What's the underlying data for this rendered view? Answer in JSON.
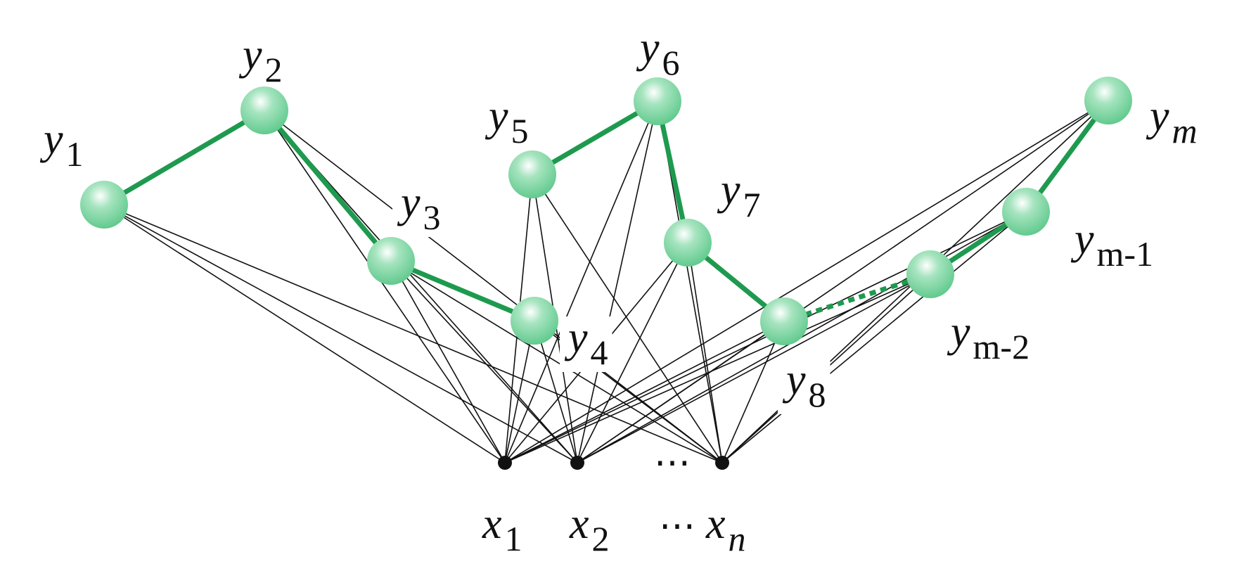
{
  "colors": {
    "chain": "#1e9a4f",
    "edge": "#111111",
    "node_light": "#ffffff",
    "node_mid": "#a6e4bf",
    "node_dark": "#5fc98c",
    "x_dot": "#111111"
  },
  "y_nodes": [
    {
      "id": "y1",
      "var": "y",
      "sub": "1"
    },
    {
      "id": "y2",
      "var": "y",
      "sub": "2"
    },
    {
      "id": "y3",
      "var": "y",
      "sub": "3"
    },
    {
      "id": "y4",
      "var": "y",
      "sub": "4"
    },
    {
      "id": "y5",
      "var": "y",
      "sub": "5"
    },
    {
      "id": "y6",
      "var": "y",
      "sub": "6"
    },
    {
      "id": "y7",
      "var": "y",
      "sub": "7"
    },
    {
      "id": "y8",
      "var": "y",
      "sub": "8"
    },
    {
      "id": "ym2",
      "var": "y",
      "sub": "m-2"
    },
    {
      "id": "ym1",
      "var": "y",
      "sub": "m-1"
    },
    {
      "id": "ym",
      "var": "y",
      "sub": "m"
    }
  ],
  "x_nodes": [
    {
      "id": "x1",
      "var": "x",
      "sub": "1"
    },
    {
      "id": "x2",
      "var": "x",
      "sub": "2"
    },
    {
      "id": "xn",
      "var": "x",
      "sub": "n"
    }
  ],
  "ellipsis": "⋯",
  "chain_edges": [
    {
      "from": "y1",
      "to": "y2",
      "style": "solid"
    },
    {
      "from": "y2",
      "to": "y3",
      "style": "solid"
    },
    {
      "from": "y3",
      "to": "y4",
      "style": "solid"
    },
    {
      "from": "y5",
      "to": "y6",
      "style": "solid"
    },
    {
      "from": "y6",
      "to": "y7",
      "style": "solid"
    },
    {
      "from": "y7",
      "to": "y8",
      "style": "solid"
    },
    {
      "from": "y8",
      "to": "ym2",
      "style": "dotted"
    },
    {
      "from": "ym2",
      "to": "ym1",
      "style": "solid"
    },
    {
      "from": "ym1",
      "to": "ym",
      "style": "solid"
    }
  ],
  "dependency_edges": "every x node connects to every y node"
}
